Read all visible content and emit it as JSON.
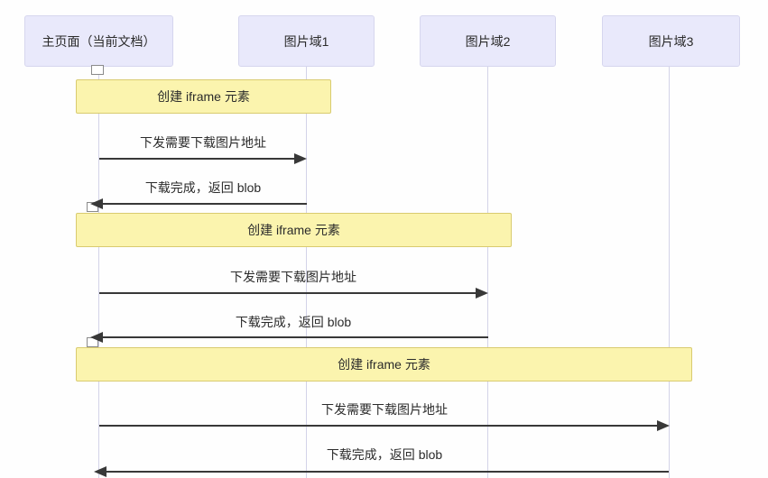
{
  "diagram_type": "sequence-diagram",
  "participants": [
    {
      "label": "主页面（当前文档）"
    },
    {
      "label": "图片域1"
    },
    {
      "label": "图片域2"
    },
    {
      "label": "图片域3"
    }
  ],
  "notes": [
    {
      "label": "创建 iframe 元素",
      "over": [
        "主页面（当前文档）",
        "图片域1"
      ]
    },
    {
      "label": "创建 iframe 元素",
      "over": [
        "主页面（当前文档）",
        "图片域2"
      ]
    },
    {
      "label": "创建 iframe 元素",
      "over": [
        "主页面（当前文档）",
        "图片域3"
      ]
    }
  ],
  "messages": [
    {
      "label": "下发需要下载图片地址",
      "from": "主页面（当前文档）",
      "to": "图片域1",
      "direction": "right"
    },
    {
      "label": "下载完成，返回 blob",
      "from": "图片域1",
      "to": "主页面（当前文档）",
      "direction": "left"
    },
    {
      "label": "下发需要下载图片地址",
      "from": "主页面（当前文档）",
      "to": "图片域2",
      "direction": "right"
    },
    {
      "label": "下载完成，返回 blob",
      "from": "图片域2",
      "to": "主页面（当前文档）",
      "direction": "left"
    },
    {
      "label": "下发需要下载图片地址",
      "from": "主页面（当前文档）",
      "to": "图片域3",
      "direction": "right"
    },
    {
      "label": "下载完成，返回 blob",
      "from": "图片域3",
      "to": "主页面（当前文档）",
      "direction": "left"
    }
  ],
  "colors": {
    "participant_fill": "#e9e9fb",
    "participant_border": "#d6d6ee",
    "note_fill": "#fbf4ae",
    "note_border": "#d9cb70",
    "arrow": "#383838",
    "lifeline": "#d3d3e8",
    "text": "#2b2b2b",
    "bg": "#fefefe"
  }
}
